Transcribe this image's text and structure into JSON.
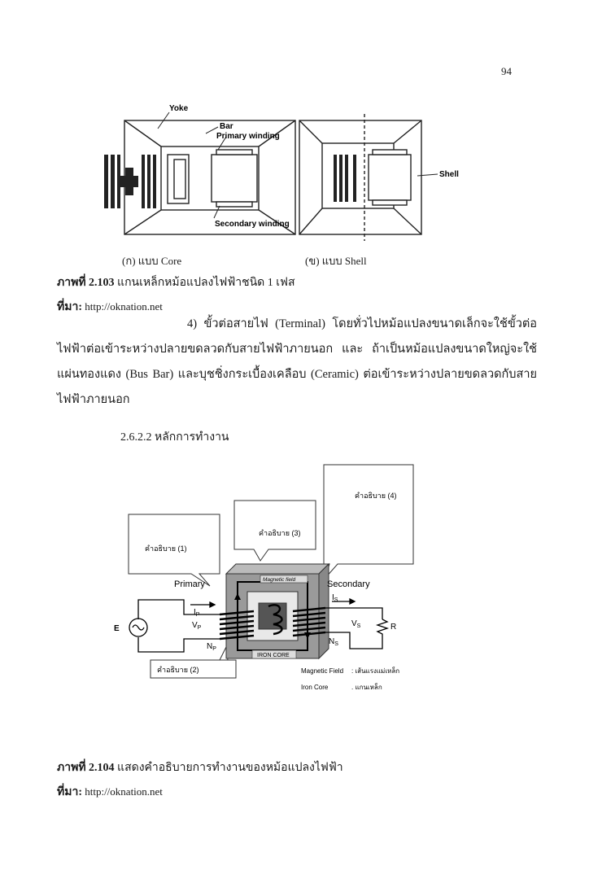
{
  "page_number": "94",
  "figure1": {
    "labels": {
      "yoke": "Yoke",
      "bar": "Bar",
      "primary": "Primary winding",
      "secondary": "Secondary winding",
      "shell": "Shell"
    },
    "caption_core": "(ก) แบบ Core",
    "caption_shell": "(ข) แบบ Shell",
    "title_bold": "ภาพที่ 2.103",
    "title_text": " แกนเหล็กหม้อแปลงไฟฟ้าชนิด 1 เฟส",
    "source_label": "ที่มา:",
    "source_url": " http://oknation.net"
  },
  "paragraph": {
    "text": "4) ขั้วต่อสายไฟ (Terminal) โดยทั่วไปหม้อแปลงขนาดเล็กจะใช้ขั้วต่อไฟฟ้าต่อเข้าระหว่างปลายขดลวดกับสายไฟฟ้าภายนอก และ ถ้าเป็นหม้อแปลงขนาดใหญ่จะใช้แผ่นทองแดง (Bus Bar) และบุชชิ่งกระเบื้องเคลือบ (Ceramic) ต่อเข้าระหว่างปลายขดลวดกับสายไฟฟ้าภายนอก"
  },
  "subheading": "2.6.2.2 หลักการทำงาน",
  "figure2": {
    "callouts": {
      "c1": "คำอธิบาย (1)",
      "c2": "คำอธิบาย (2)",
      "c3": "คำอธิบาย (3)",
      "c4": "คำอธิบาย (4)"
    },
    "labels": {
      "primary": "Primary",
      "secondary": "Secondary",
      "e": "E",
      "ip": "I",
      "ip_sub": "P",
      "vp": "V",
      "vp_sub": "P",
      "np": "N",
      "np_sub": "P",
      "is": "I",
      "is_sub": "S",
      "vs": "V",
      "vs_sub": "S",
      "ns": "N",
      "ns_sub": "S",
      "r": "R",
      "magnetic_field": "Magnetic field",
      "iron_core": "IRON CORE"
    },
    "legend": {
      "mf_key": "Magnetic Field",
      "mf_value": ": เส้นแรงแม่เหล็ก",
      "ic_key": "Iron Core",
      "ic_value": ". แกนเหล็ก"
    },
    "title_bold": "ภาพที่ 2.104",
    "title_text": " แสดงคำอธิบายการทำงานของหม้อแปลงไฟฟ้า",
    "source_label": "ที่มา:",
    "source_url": " http://oknation.net"
  }
}
